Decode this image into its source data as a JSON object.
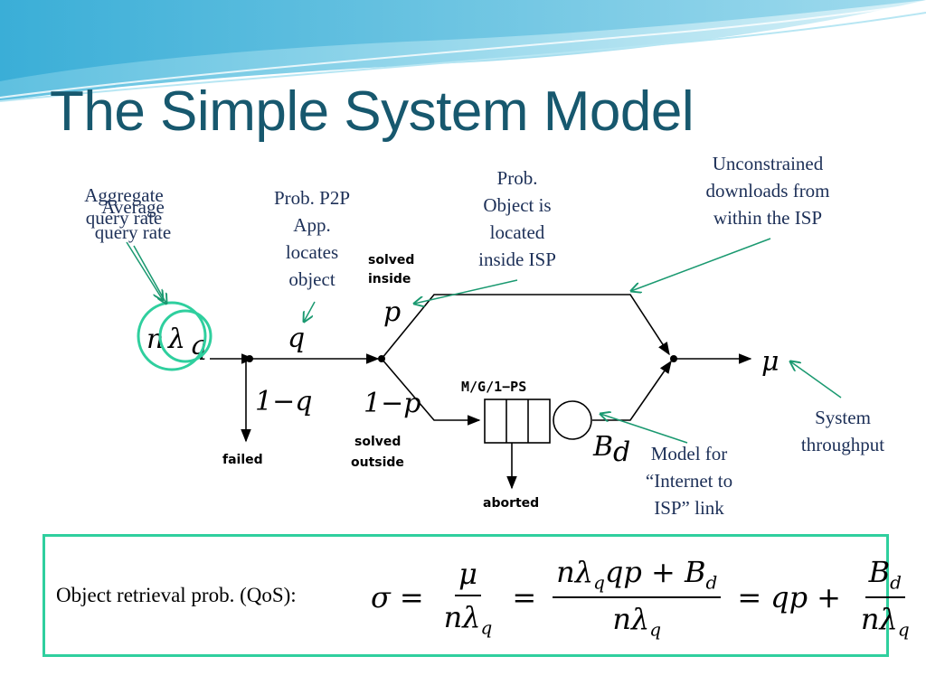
{
  "slide": {
    "title": "The Simple System Model"
  },
  "annotations": {
    "aggregate": "Aggregate\nquery rate",
    "average": "Average\nquery rate",
    "p2p": "Prob. P2P\nApp.\nlocates\nobject",
    "isp_prob": "Prob.\nObject is\nlocated\ninside ISP",
    "unconstrained": "Unconstrained\ndownloads from\nwithin the ISP",
    "throughput": "System\nthroughput",
    "link_model": "Model for\n“Internet to\nISP” link"
  },
  "diagram": {
    "rate_n": "n",
    "rate_lambda": "λ",
    "rate_sub": "q",
    "q": "q",
    "one_minus_q": "1−q",
    "failed": "failed",
    "solved_inside": "solved\ninside",
    "p": "p",
    "one_minus_p": "1−p",
    "solved_outside": "solved\noutside",
    "queue_label": "M/G/1−PS",
    "aborted": "aborted",
    "bd_base": "B",
    "bd_sub": "d",
    "mu": "μ"
  },
  "formula": {
    "label": "Object retrieval prob. (QoS):",
    "sigma": "σ",
    "eq": "=",
    "plus": "+",
    "mu": "μ",
    "nlq_n": "n",
    "nlq_l": "λ",
    "nlq_q": "q",
    "mid_num_qp": "qp",
    "mid_num_plus": " + ",
    "b": "B",
    "d": "d",
    "qp": "qp"
  },
  "colors": {
    "accent": "#2fcf9e",
    "title": "#17586e",
    "annotation_text": "#1c2f57",
    "arrow": "#1a9970"
  }
}
